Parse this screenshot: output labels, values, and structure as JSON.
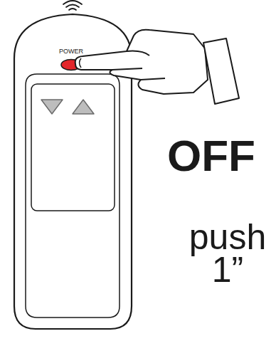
{
  "diagram": {
    "labels": [
      "POWER",
      "OFF",
      "push 1”"
    ]
  }
}
